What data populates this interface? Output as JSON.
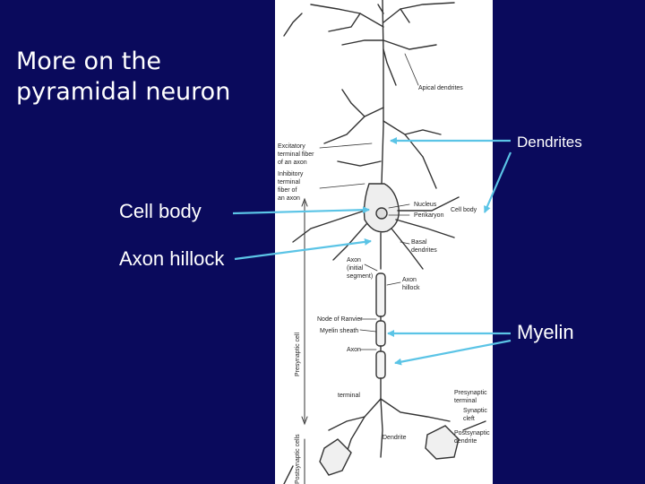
{
  "slide": {
    "title": "More on the\npyramidal neuron"
  },
  "annotations": {
    "dendrites": "Dendrites",
    "cell_body": "Cell body",
    "axon_hillock": "Axon hillock",
    "myelin": "Myelin"
  },
  "figure_labels": {
    "apical_dendrites": "Apical dendrites",
    "excitatory": [
      "Excitatory",
      "terminal fiber",
      "of an axon"
    ],
    "inhibitory": [
      "Inhibitory",
      "terminal",
      "fiber of",
      "an axon"
    ],
    "nucleus": "Nucleus",
    "perikaryon": "Perikaryon",
    "cell_body": "Cell body",
    "basal_dendrites": [
      "Basal",
      "dendrites"
    ],
    "axon_initial": [
      "Axon",
      "(initial",
      "segment)"
    ],
    "axon_hillock": [
      "Axon",
      "hillock"
    ],
    "node_of_ranvier": "Node of Ranvier",
    "myelin_sheath": "Myelin sheath",
    "axon": "Axon",
    "presynaptic_cell": "Presynaptic cell",
    "terminal": "terminal",
    "presynaptic_terminal": [
      "Presynaptic",
      "terminal"
    ],
    "synaptic_cleft": [
      "Synaptic",
      "cleft"
    ],
    "postsynaptic_dendrite": [
      "Postsynaptic",
      "dendrite"
    ],
    "dendrite": "Dendrite",
    "postsynaptic_cells": "Postsynaptic cells"
  },
  "colors": {
    "background": "#0a0a5c",
    "arrow": "#5bc4e6",
    "text": "#ffffff"
  }
}
